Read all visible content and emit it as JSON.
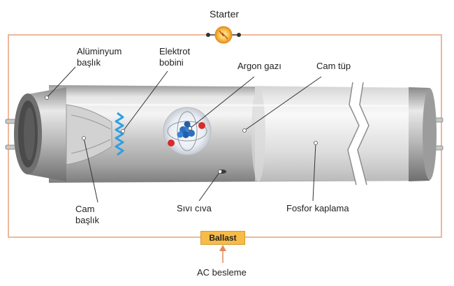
{
  "labels": {
    "starter": "Starter",
    "aluminyum_baslik": "Alüminyum\nbaşlık",
    "elektrot_bobini": "Elektrot\nbobini",
    "argon_gazi": "Argon gazı",
    "cam_tup": "Cam tüp",
    "cam_baslik": "Cam\nbaşlık",
    "sivi_civa": "Sıvı cıva",
    "fosfor_kaplama": "Fosfor kaplama",
    "ballast": "Ballast",
    "ac_besleme": "AC besleme"
  },
  "colors": {
    "wire": "#e8a07a",
    "ballast_fill": "#f7bb47",
    "starter_fill": "#f5b135",
    "coil": "#2fa0e0",
    "atom_blue": "#2d6fbf",
    "atom_red": "#d92b2b",
    "arrow": "#e08a5a"
  }
}
